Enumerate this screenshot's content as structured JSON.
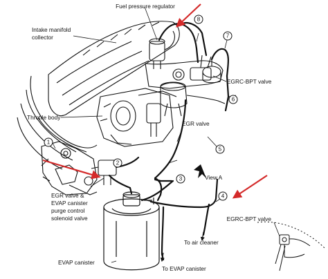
{
  "labels": {
    "fuel_pressure_regulator": "Fuel pressure regulator",
    "intake_manifold_line1": "Intake manifold",
    "intake_manifold_line2": "collector",
    "egrc_bpt_valve": "EGRC-BPT valve",
    "throttle_body": "Throttle body",
    "egr_valve": "EGR valve",
    "view_a": "View A",
    "egr_evap_line1": "EGR valve &",
    "egr_evap_line2": "EVAP canister",
    "egr_evap_line3": "purge control",
    "egr_evap_line4": "solenoid valve",
    "to_air_cleaner": "To air cleaner",
    "egrc_bpt_valve_inset": "EGRC-BPT valve",
    "evap_canister": "EVAP canister",
    "to_evap_canister": "To EVAP canister"
  },
  "callouts": [
    "1",
    "2",
    "3",
    "4",
    "5",
    "6",
    "7",
    "8"
  ],
  "colors": {
    "line": "#111111",
    "arrow": "#d42a2a",
    "background": "#ffffff"
  }
}
